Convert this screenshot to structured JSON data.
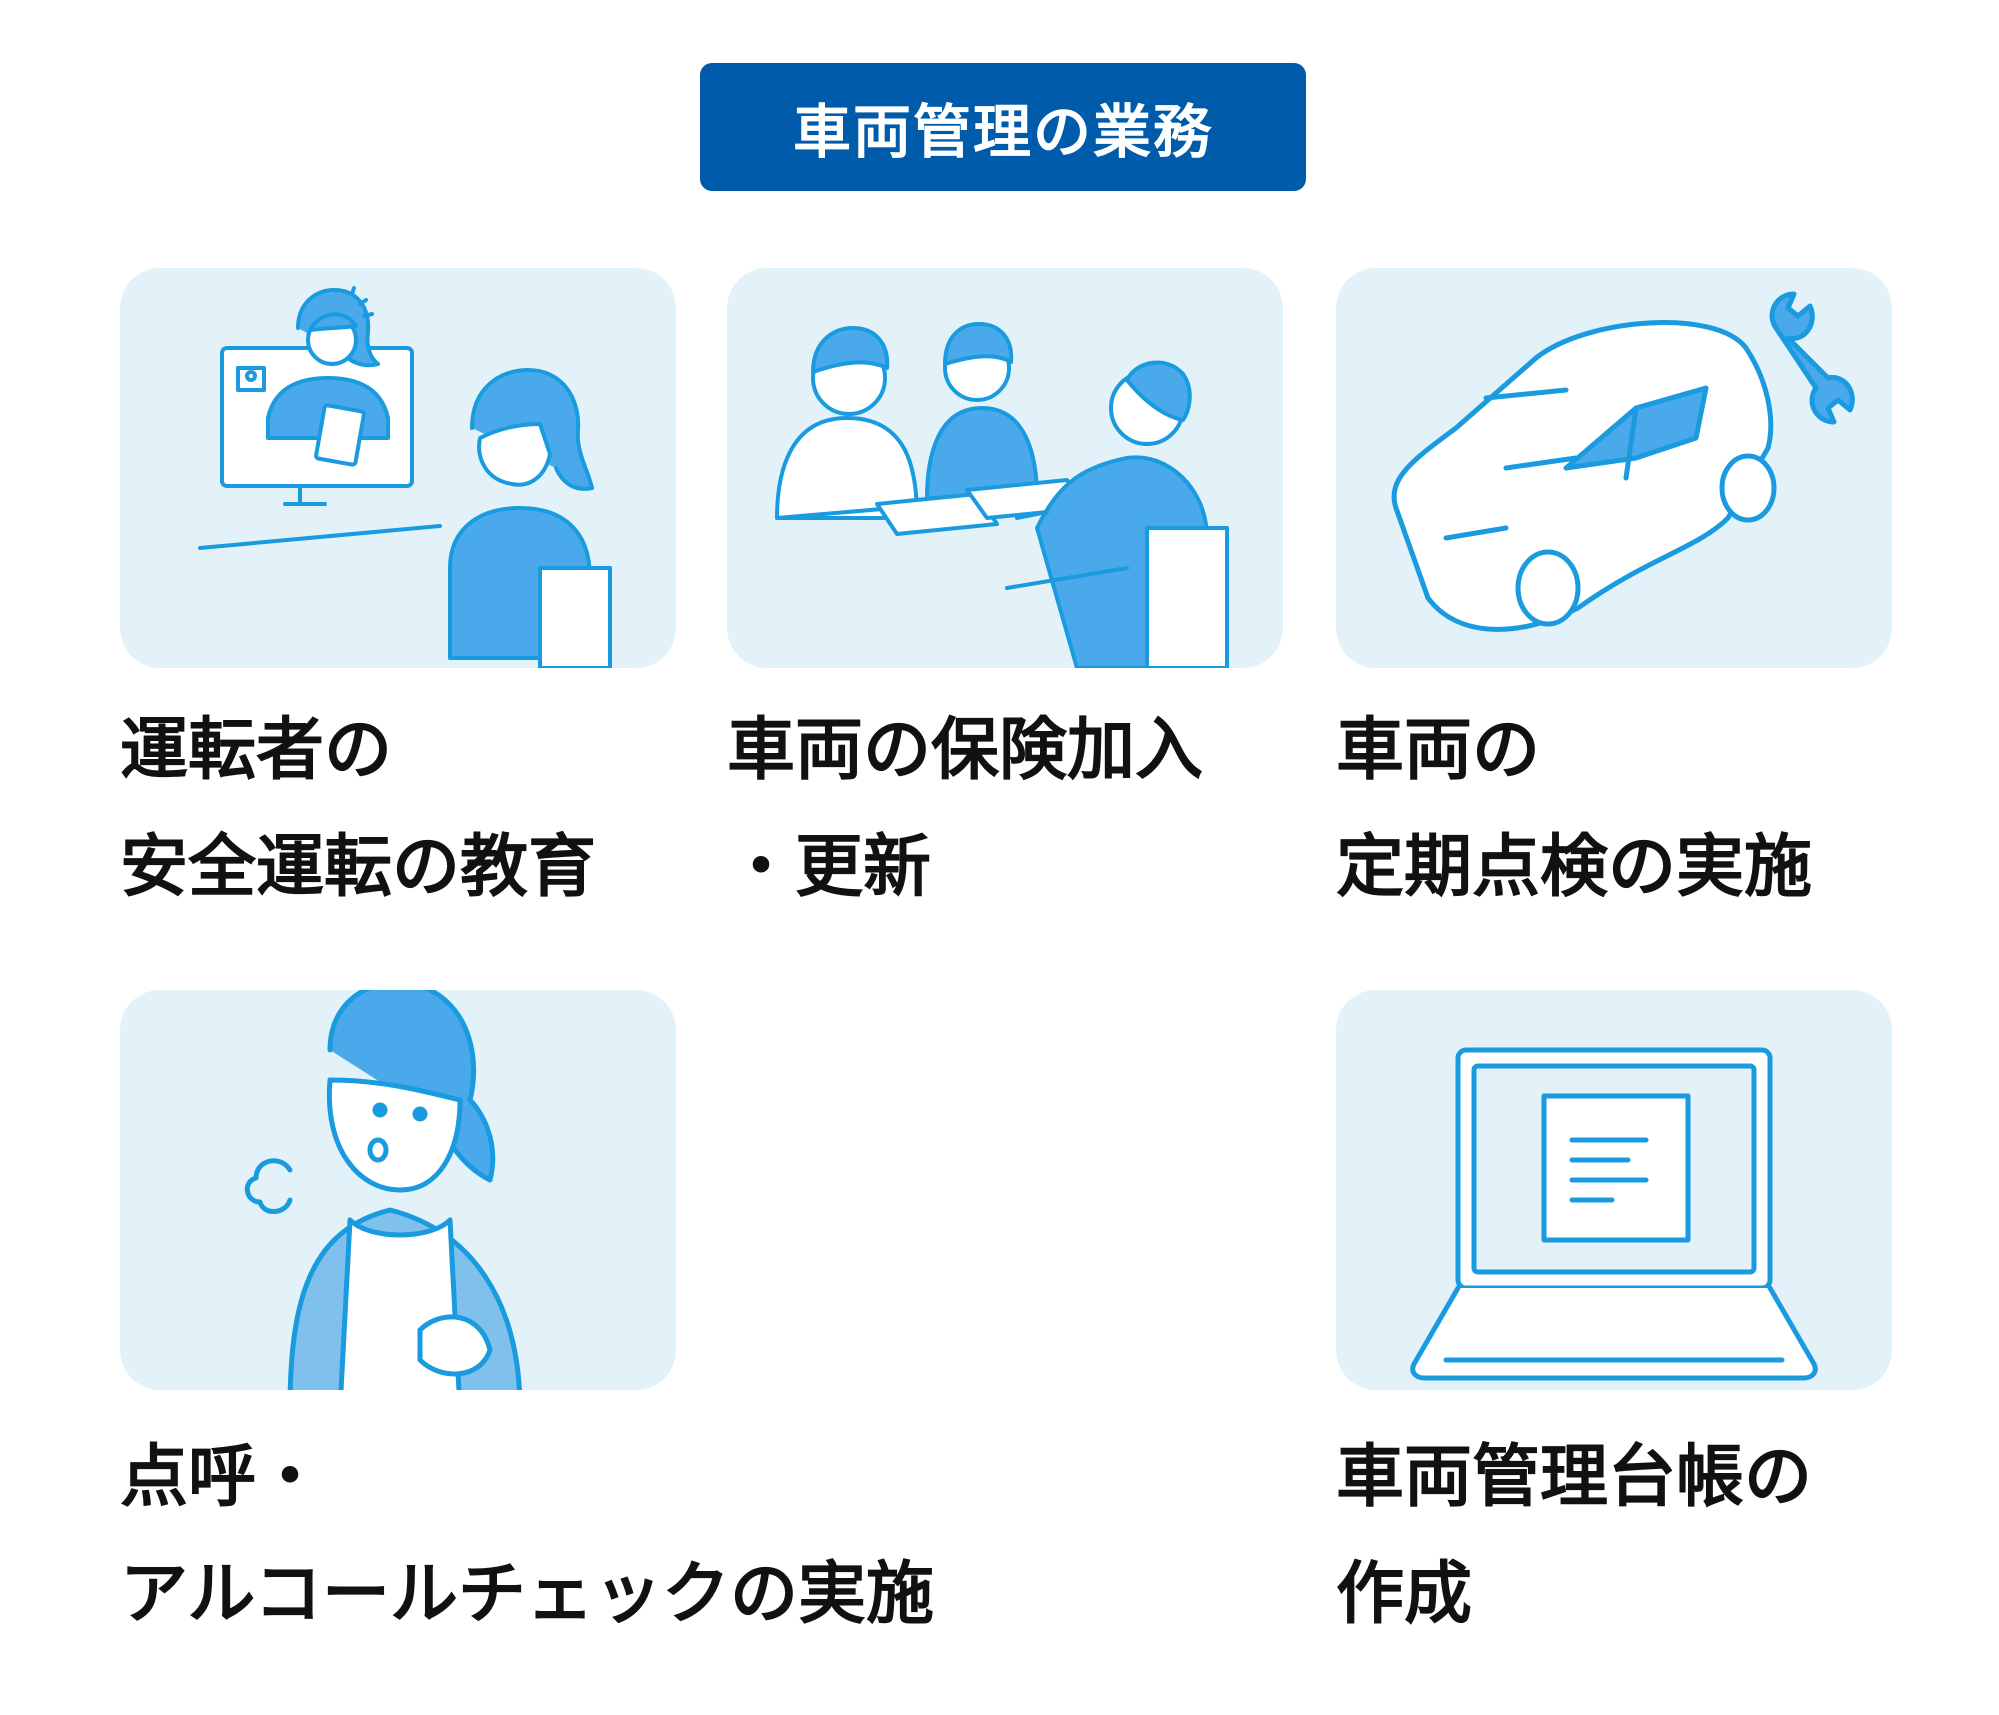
{
  "title": "車両管理の業務",
  "items": [
    {
      "line1": "運転者の",
      "line2": "安全運転の教育",
      "icon": "online-training-icon"
    },
    {
      "line1": "車両の保険加入",
      "line2": "・更新",
      "icon": "insurance-meeting-icon"
    },
    {
      "line1": "車両の",
      "line2": "定期点検の実施",
      "icon": "car-maintenance-icon"
    },
    {
      "line1": "点呼・",
      "line2": "アルコールチェックの実施",
      "icon": "alcohol-check-icon"
    },
    {
      "line1": "車両管理台帳の",
      "line2": "作成",
      "icon": "laptop-ledger-icon"
    }
  ],
  "colors": {
    "badge": "#005bab",
    "card_bg": "#e3f2f9",
    "line": "#1a9be0",
    "fill_mid": "#4aa9ea",
    "fill_light": "#7fc1ec"
  }
}
